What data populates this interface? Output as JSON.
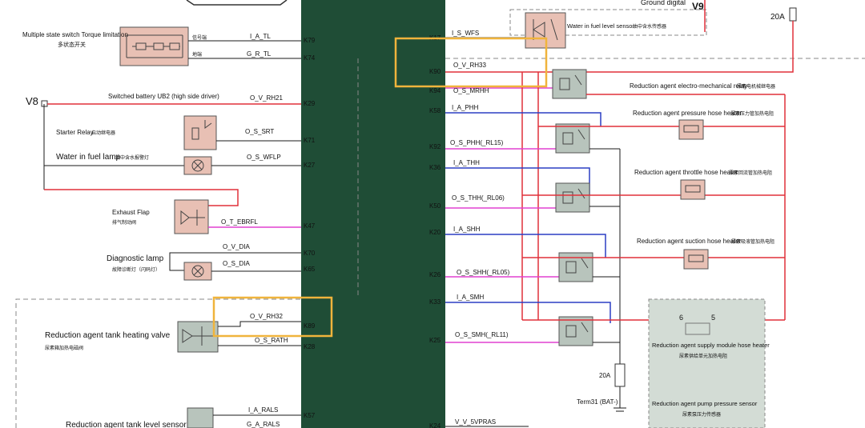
{
  "connector": {
    "left_pins": [
      "K79",
      "K74",
      "K29",
      "K71",
      "K27",
      "K47",
      "K70",
      "K65",
      "K89",
      "K28",
      "K57"
    ],
    "right_pins": [
      "K17",
      "K90",
      "K94",
      "K58",
      "K92",
      "K36",
      "K50",
      "K20",
      "K26",
      "K33",
      "K25",
      "K24"
    ]
  },
  "signals": {
    "i_a_tl": "I_A_TL",
    "g_r_tl": "G_R_TL",
    "o_v_rh21": "O_V_RH21",
    "o_s_srt": "O_S_SRT",
    "o_s_wflp": "O_S_WFLP",
    "o_t_ebrfl": "O_T_EBRFL",
    "o_v_dia": "O_V_DIA",
    "o_s_dia": "O_S_DIA",
    "o_v_rh32": "O_V_RH32",
    "o_s_rath": "O_S_RATH",
    "i_a_rals": "I_A_RALS",
    "g_a_rals": "G_A_RALS",
    "i_s_wfs": "I_S_WFS",
    "o_v_rh33": "O_V_RH33",
    "o_s_mrhh": "O_S_MRHH",
    "i_a_phh": "I_A_PHH",
    "o_s_phh": "O_S_PHH(_RL15)",
    "i_a_thh": "I_A_THH",
    "o_s_thh": "O_S_THH(_RL06)",
    "i_a_shh": "I_A_SHH",
    "o_s_shh": "O_S_SHH(_RL05)",
    "i_a_smh": "I_A_SMH",
    "o_s_smh": "O_S_SMH(_RL11)",
    "v_v_5vpras": "V_V_5VPRAS"
  },
  "components": {
    "torque_switch": "Multiple state switch Torque limitation",
    "torque_switch_cn": "多状态开关",
    "signal_end_cn": "信号端",
    "ground_end_cn": "地端",
    "v8": "V8",
    "battery": "Switched battery UB2 (high side driver)",
    "starter_relay": "Starter Relay",
    "starter_relay_cn": "启动继电器",
    "water_lamp": "Water in fuel lamp",
    "water_lamp_cn": "油中含水报警灯",
    "exhaust_flap": "Exhaust Flap",
    "exhaust_flap_cn": "排气制动阀",
    "diag_lamp": "Diagnostic lamp",
    "diag_lamp_cn": "故障诊断灯（闪码灯）",
    "tank_valve": "Reduction agent tank heating valve",
    "tank_valve_cn": "尿素箱加热电磁阀",
    "tank_sensor": "Reduction agent tank level sensor",
    "ground_digital": "Ground digital",
    "v9": "V9",
    "fuse_top": "20A",
    "water_sensor": "Water in fuel level sensor",
    "water_sensor_cn": "油中含水传感器",
    "em_relay": "Reduction agent electro-mechanical relay",
    "em_relay_cn": "尿素电机械继电器",
    "pressure_heater": "Reduction agent pressure hose heater",
    "pressure_heater_cn": "尿素压力管加热电阻",
    "throttle_heater": "Reduction agent throttle hose heater",
    "throttle_heater_cn": "尿素回流管加热电阻",
    "suction_heater": "Reduction agent suction hose heater",
    "suction_heater_cn": "尿素吸液管加热电阻",
    "supply_heater": "Reduction agent supply module hose heater",
    "supply_heater_cn": "尿素供给单元加热电阻",
    "pump_sensor": "Reduction agent pump pressure sensor",
    "pump_sensor_cn": "尿素泵压力传感器",
    "pin6": "6",
    "pin5": "5",
    "fuse_bottom": "20A",
    "term31": "Term31 (BAT-)"
  },
  "colors": {
    "ecu_body": "#1f4d36",
    "wire_red": "#e0303a",
    "wire_blue": "#2b3fc4",
    "wire_magenta": "#e040d0",
    "wire_black": "#1a1a1a",
    "highlight": "#f0b43c",
    "relay_fill": "#b8c4bc",
    "lamp_fill": "#e8c0b4"
  }
}
